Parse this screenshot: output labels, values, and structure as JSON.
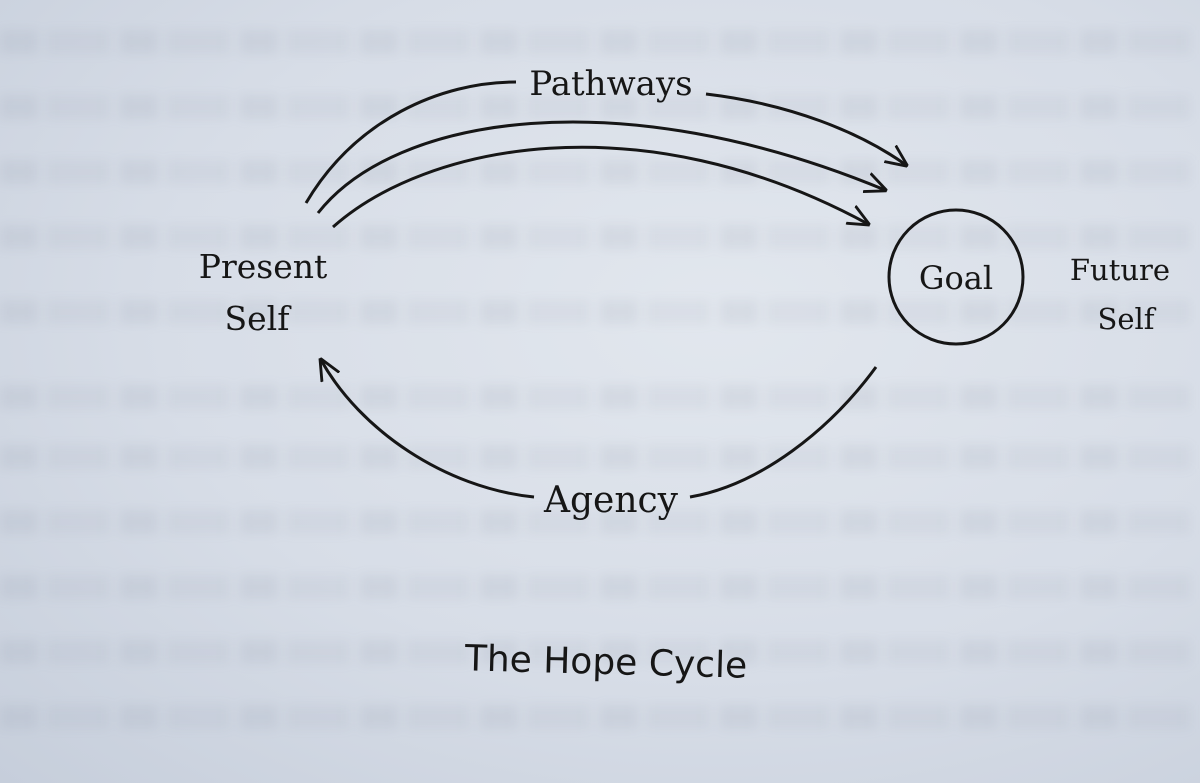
{
  "diagram": {
    "present_self": {
      "line1": "Present",
      "line2": "Self"
    },
    "goal": "Goal",
    "future_self": {
      "line1": "Future",
      "line2": "Self"
    },
    "pathways": "Pathways",
    "agency": "Agency",
    "caption": "The Hope Cycle"
  },
  "colors": {
    "ink": "#161616",
    "paper": "#d9dfe8"
  }
}
